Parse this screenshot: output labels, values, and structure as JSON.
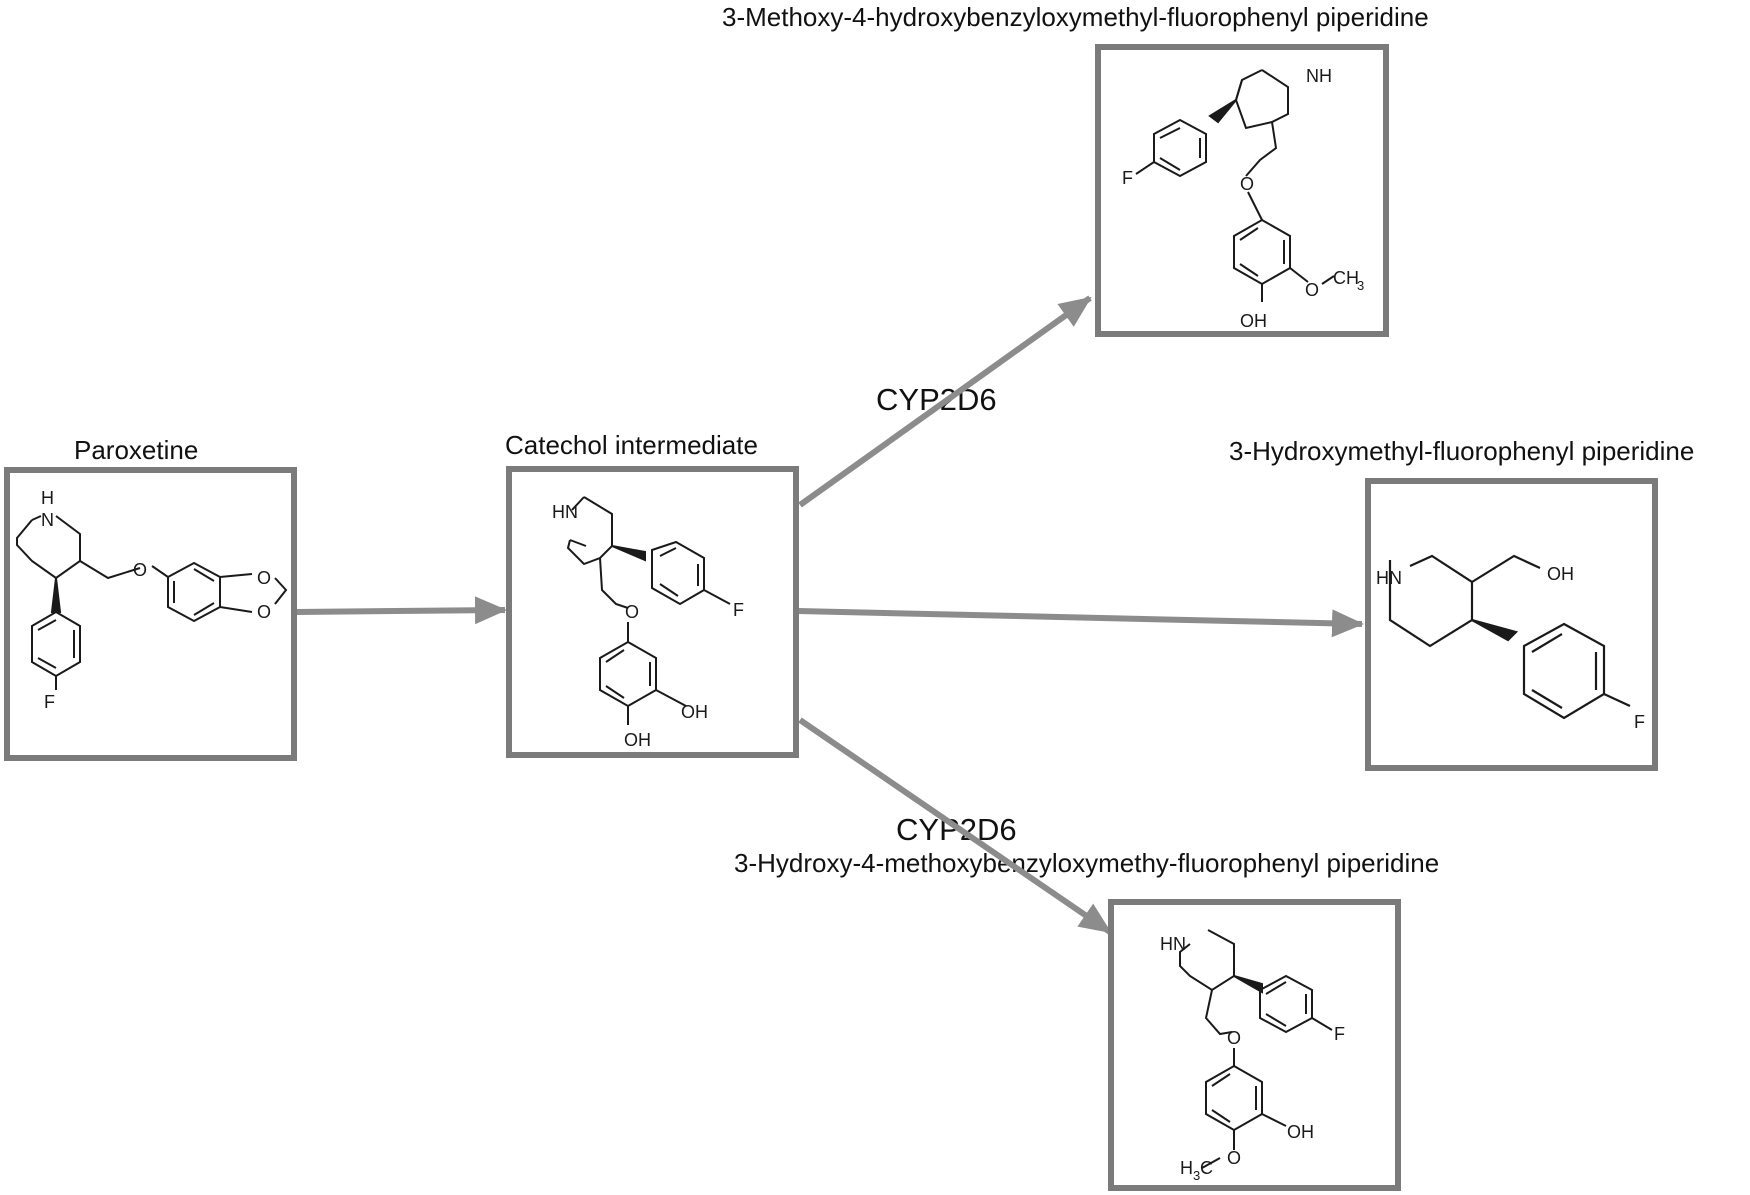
{
  "compounds": {
    "paroxetine": {
      "label": "Paroxetine",
      "atoms": {
        "n": "N",
        "h": "H",
        "o1": "O",
        "o2": "O",
        "o3": "O",
        "f": "F"
      }
    },
    "catechol": {
      "label": "Catechol intermediate",
      "atoms": {
        "hn": "HN",
        "o": "O",
        "f": "F",
        "oh1": "OH",
        "oh2": "OH"
      }
    },
    "methoxy_top": {
      "label": "3-Methoxy-4-hydroxybenzyloxymethyl-fluorophenyl piperidine",
      "atoms": {
        "nh": "NH",
        "f": "F",
        "o": "O",
        "o2": "O",
        "ch": "CH",
        "three": "3",
        "oh": "OH"
      }
    },
    "hydroxymethyl": {
      "label": "3-Hydroxymethyl-fluorophenyl piperidine",
      "atoms": {
        "hn": "HN",
        "oh": "OH",
        "f": "F"
      }
    },
    "hydroxy_bottom": {
      "label": "3-Hydroxy-4-methoxybenzyloxymethy-fluorophenyl piperidine",
      "atoms": {
        "hn": "HN",
        "f": "F",
        "o": "O",
        "oh": "OH",
        "h": "H",
        "three": "3",
        "c": "C",
        "o2": "O"
      }
    }
  },
  "enzymes": {
    "upper": "CYP2D6",
    "lower": "CYP2D6"
  },
  "colors": {
    "box": "#7b7b7b",
    "arrow": "#8c8c8c",
    "bond": "#1a1a1a"
  }
}
